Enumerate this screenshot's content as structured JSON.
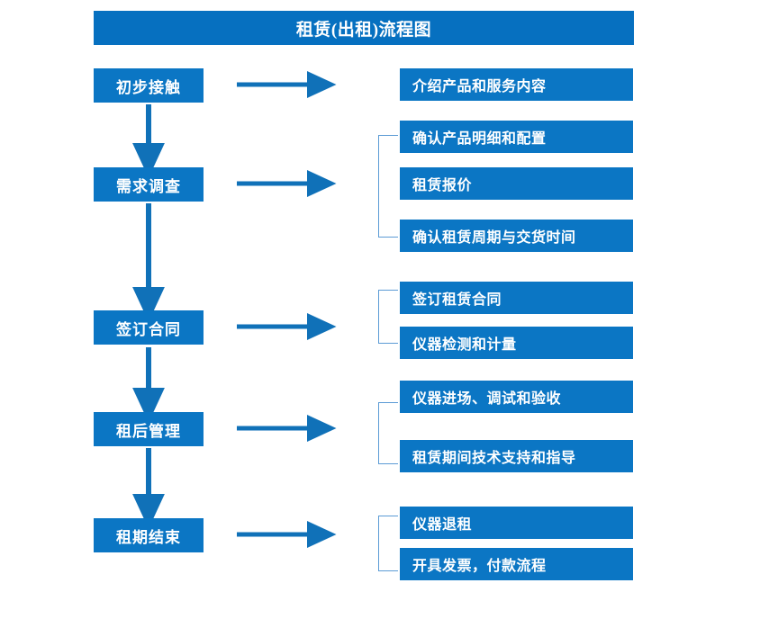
{
  "title": "租赁(出租)流程图",
  "theme": {
    "title_bar_color": "#0670c0",
    "box_color": "#0b76c4",
    "arrow_color": "#1071b8",
    "bracket_color": "#5b9bd5",
    "text_color": "#ffffff",
    "background": "#ffffff"
  },
  "stages": [
    {
      "label": "初步接触"
    },
    {
      "label": "需求调查"
    },
    {
      "label": "签订合同"
    },
    {
      "label": "租后管理"
    },
    {
      "label": "租期结束"
    }
  ],
  "details": [
    {
      "label": "介绍产品和服务内容"
    },
    {
      "label": "确认产品明细和配置"
    },
    {
      "label": "租赁报价"
    },
    {
      "label": "确认租赁周期与交货时间"
    },
    {
      "label": "签订租赁合同"
    },
    {
      "label": "仪器检测和计量"
    },
    {
      "label": "仪器进场、调试和验收"
    },
    {
      "label": "租赁期间技术支持和指导"
    },
    {
      "label": "仪器退租"
    },
    {
      "label": "开具发票，付款流程"
    }
  ],
  "groups": [
    {
      "stage": "需求调查",
      "detail_indices": [
        1,
        2,
        3
      ]
    },
    {
      "stage": "签订合同",
      "detail_indices": [
        4,
        5
      ]
    },
    {
      "stage": "租后管理",
      "detail_indices": [
        6,
        7
      ]
    },
    {
      "stage": "租期结束",
      "detail_indices": [
        8,
        9
      ]
    }
  ]
}
